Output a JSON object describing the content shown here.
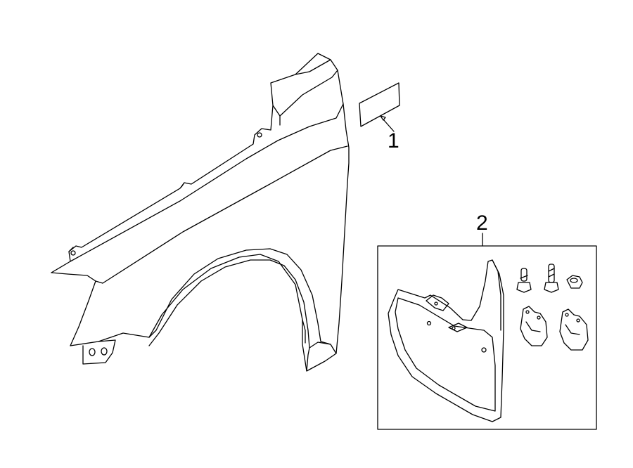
{
  "diagram": {
    "callouts": [
      {
        "id": "1",
        "label": "1",
        "part": "fender-emblem-label"
      },
      {
        "id": "2",
        "label": "2",
        "part": "mud-flap-kit"
      }
    ],
    "colors": {
      "line": "#000000",
      "background": "#ffffff"
    }
  }
}
